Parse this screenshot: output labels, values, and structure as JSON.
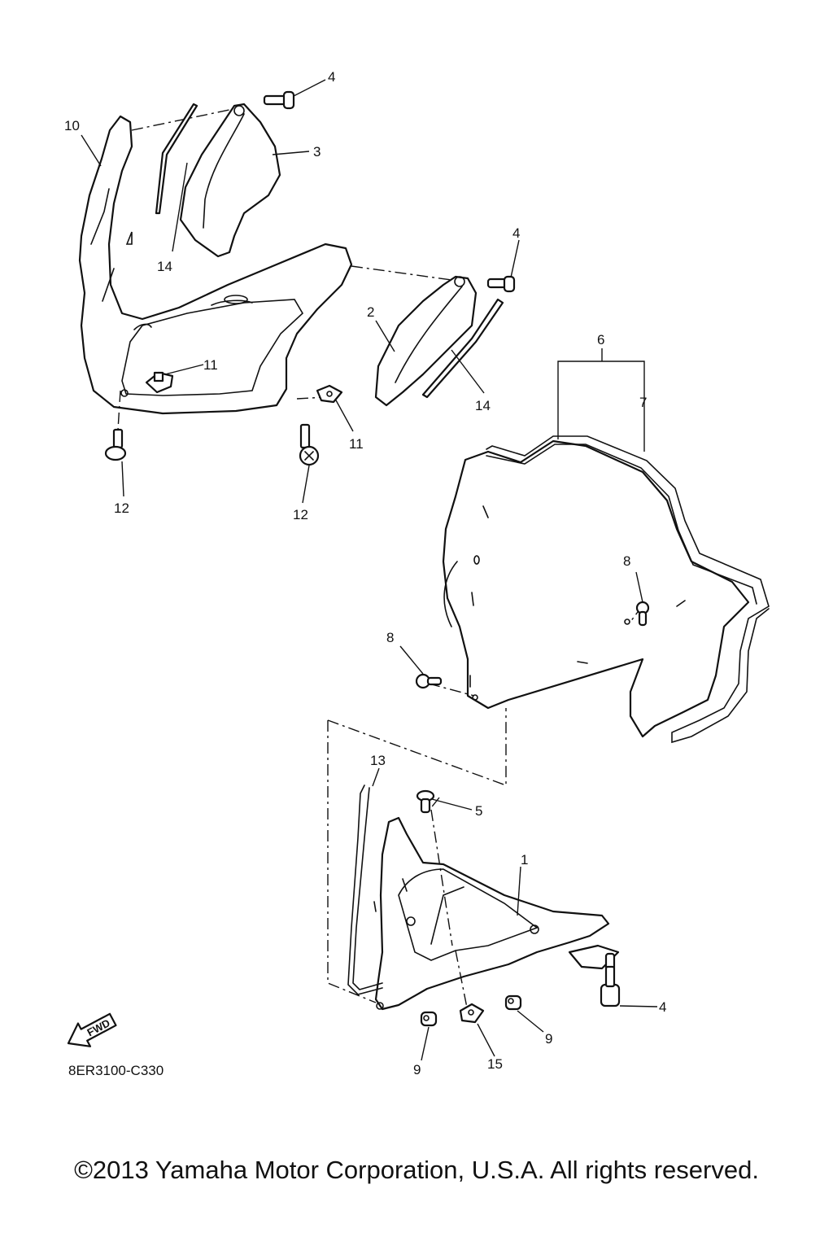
{
  "diagram": {
    "doc_code": "8ER3100-C330",
    "fwd_label": "FWD",
    "copyright": "©2013 Yamaha Motor Corporation, U.S.A. All rights reserved.",
    "callouts": [
      "1",
      "2",
      "3",
      "4",
      "5",
      "6",
      "7",
      "8",
      "9",
      "10",
      "11",
      "12",
      "13",
      "14",
      "15"
    ]
  }
}
